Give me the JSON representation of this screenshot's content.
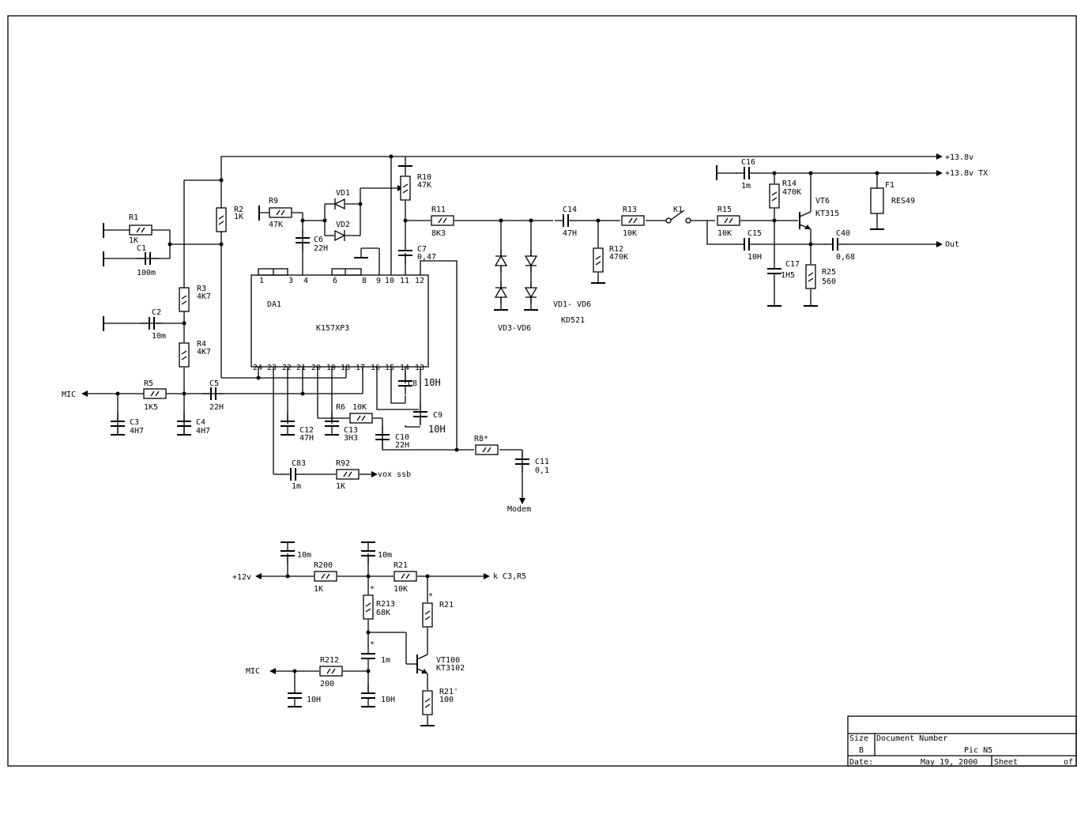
{
  "labels": {
    "r1": "R1",
    "r1v": "1K",
    "c1": "C1",
    "c1v": "100m",
    "r2": "R2",
    "r2v": "1K",
    "r3": "R3",
    "r3v": "4K7",
    "c2": "C2",
    "c2v": "10m",
    "r4": "R4",
    "r4v": "4K7",
    "mic1": "MIC",
    "r5": "R5",
    "r5v": "1K5",
    "c5": "C5",
    "c5v": "22H",
    "c3": "C3",
    "c3v": "4H7",
    "c4": "C4",
    "c4v": "4H7",
    "r9": "R9",
    "r9v": "47K",
    "vd1": "VD1",
    "vd2": "VD2",
    "c6": "C6",
    "c6v": "22H",
    "r10": "R10",
    "r10v": "47K",
    "r11": "R11",
    "r11v": "8K3",
    "c7": "C7",
    "c7v": "0,47",
    "da1": "DA1",
    "chip": "K157XP3",
    "p1": "1",
    "p3": "3",
    "p4": "4",
    "p6": "6",
    "p8": "8",
    "p9": "9",
    "p10": "10",
    "p11": "11",
    "p12": "12",
    "p24": "24",
    "p23": "23",
    "p22": "22",
    "p21": "21",
    "p20": "20",
    "p19": "19",
    "p18": "18",
    "p17": "17",
    "p16": "16",
    "p15": "15",
    "p14": "14",
    "p13": "13",
    "c8": "C8",
    "c8v": "10H",
    "c9": "C9",
    "c9v": "10H",
    "r6": "R6",
    "r6v": "10K",
    "c12": "C12",
    "c12v": "47H",
    "c13": "C13",
    "c13v": "3H3",
    "c10": "C10",
    "c10v": "22H",
    "r8": "R8*",
    "c11": "C11",
    "c11v": "0,1",
    "modem": "Modem",
    "c83": "C83",
    "c83v": "1m",
    "r92": "R92",
    "r92v": "1K",
    "vox": "vox ssb",
    "vd36": "VD3-VD6",
    "vd16": "VD1- VD6",
    "kd": "KD521",
    "c14": "C14",
    "c14v": "47H",
    "r13": "R13",
    "r13v": "10K",
    "r12": "R12",
    "r12v": "470K",
    "k1": "K1",
    "r15": "R15",
    "r15v": "10K",
    "c15": "C15",
    "c15v": "10H",
    "c16": "C16",
    "c16v": "1m",
    "r14": "R14",
    "r14v": "470K",
    "vt6": "VT6",
    "vt6v": "KT315",
    "c17": "C17",
    "c17v": "1H5",
    "r25": "R25",
    "r25v": "560",
    "f1": "F1",
    "f1v": "RES49",
    "c40": "C40",
    "c40v": "0,68",
    "out": "Out",
    "v138": "+13.8v",
    "v138tx": "+13.8v TX",
    "c10m1": "10m",
    "c10m2": "10m",
    "v12": "+12v",
    "r200": "R200",
    "r200v": "1K",
    "r21a": "R21",
    "r21av": "10K",
    "kc3": "k C3,R5",
    "r213": "R213",
    "r213v": "68K",
    "star1": "*",
    "star2": "*",
    "star3": "*",
    "r21b": "R21",
    "c1m": "1m",
    "vt100": "VT100",
    "vt100v": "KT3102",
    "mic2": "MIC",
    "r212": "R212",
    "r212v": "200",
    "c10h1": "10H",
    "c10h2": "10H",
    "r21c": "R21'",
    "r21cv": "100"
  },
  "title_block": {
    "size_label": "Size",
    "size_value": "B",
    "doc_label": "Document Number",
    "doc_value": "Pic N5",
    "date_label": "Date:",
    "date_value": "May 19, 2000",
    "sheet_label": "Sheet",
    "of_label": "of"
  }
}
